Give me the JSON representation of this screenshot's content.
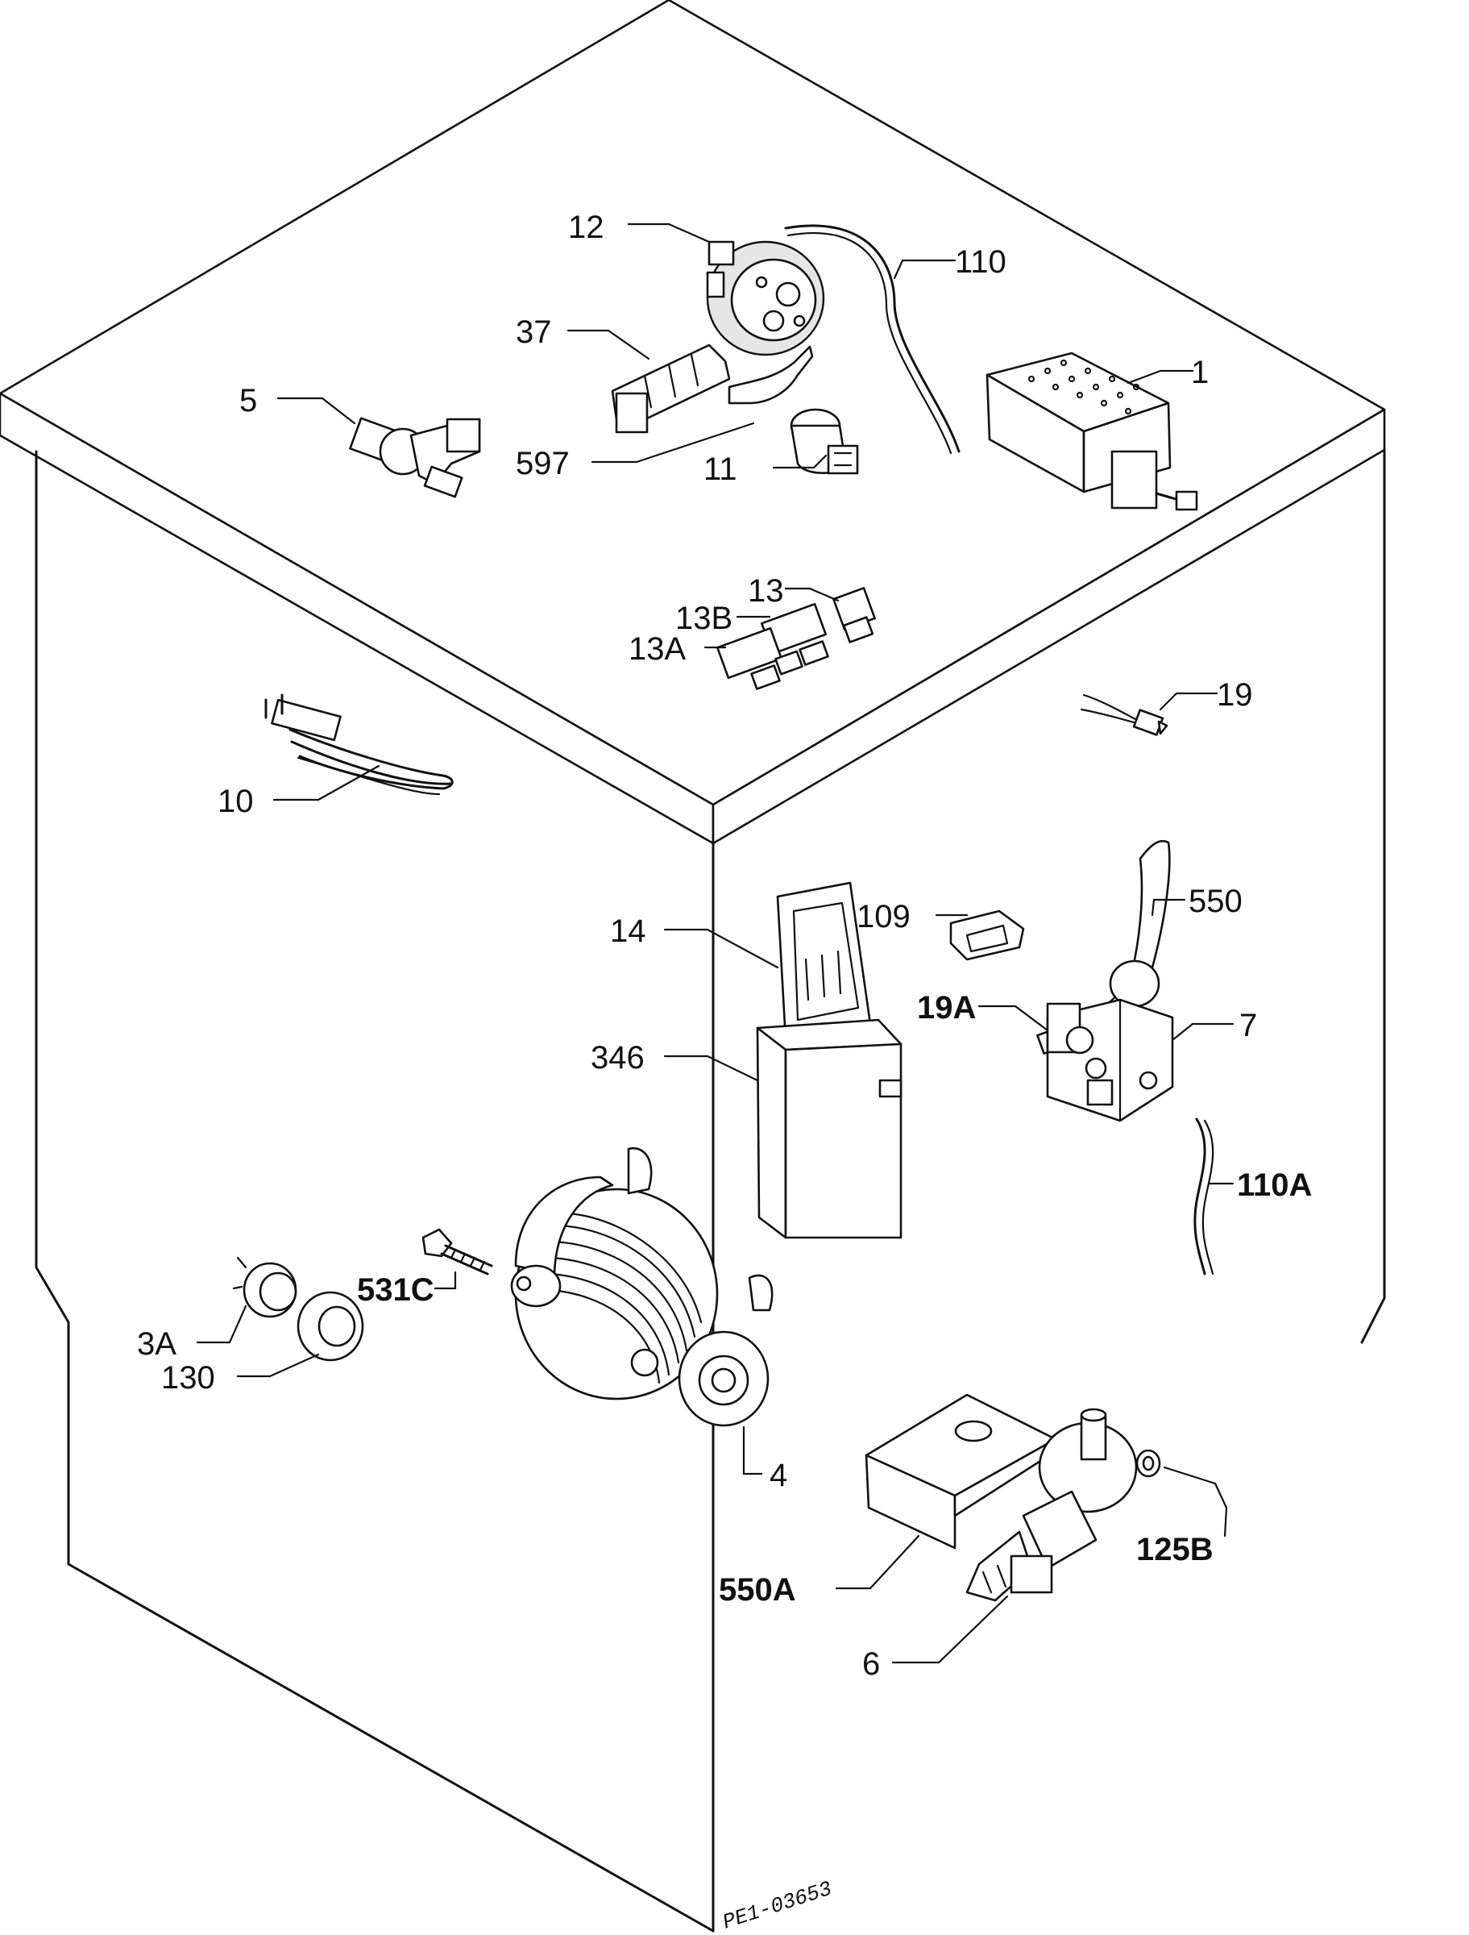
{
  "labels": {
    "l12": "12",
    "l110": "110",
    "l37": "37",
    "l5": "5",
    "l1": "1",
    "l597": "597",
    "l11": "11",
    "l13": "13",
    "l13B": "13B",
    "l13A": "13A",
    "l19": "19",
    "l10": "10",
    "l109": "109",
    "l550": "550",
    "l14": "14",
    "l19A": "19A",
    "l7": "7",
    "l346": "346",
    "l110A": "110A",
    "l531C": "531C",
    "l3A": "3A",
    "l130": "130",
    "l4": "4",
    "l125B": "125B",
    "l550A": "550A",
    "l6": "6"
  },
  "drawing_code": "PE1-03653"
}
